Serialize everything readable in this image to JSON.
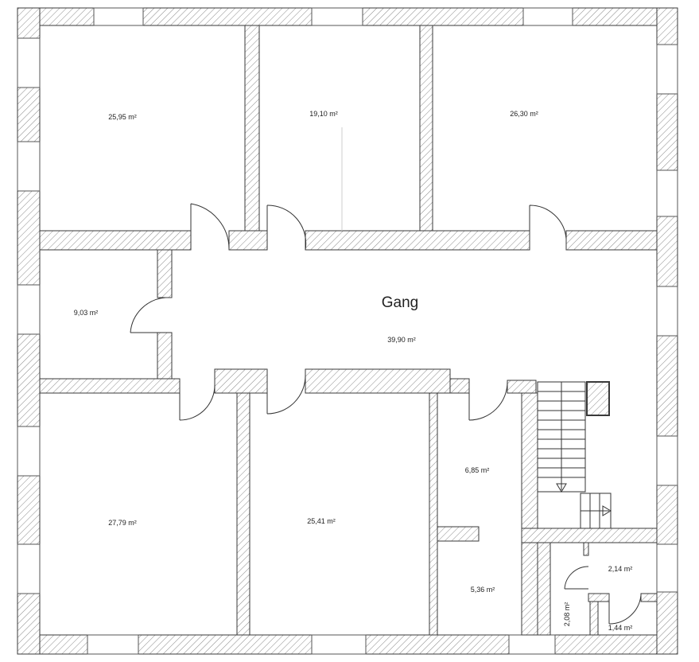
{
  "rooms": {
    "r1": "25,95 m²",
    "r2": "19,10 m²",
    "r3": "26,30 m²",
    "r4": "9,03 m²",
    "corridor_name": "Gang",
    "corridor_area": "39,90 m²",
    "r5": "27,79 m²",
    "r6": "25,41 m²",
    "r7": "6,85 m²",
    "r8": "5,36 m²",
    "r9": "2,14 m²",
    "r10": "2,08 m²",
    "r11": "1,44 m²"
  },
  "colors": {
    "wall_stroke": "#3a3a3a",
    "hatch": "#8a8a8a",
    "background": "#ffffff"
  }
}
